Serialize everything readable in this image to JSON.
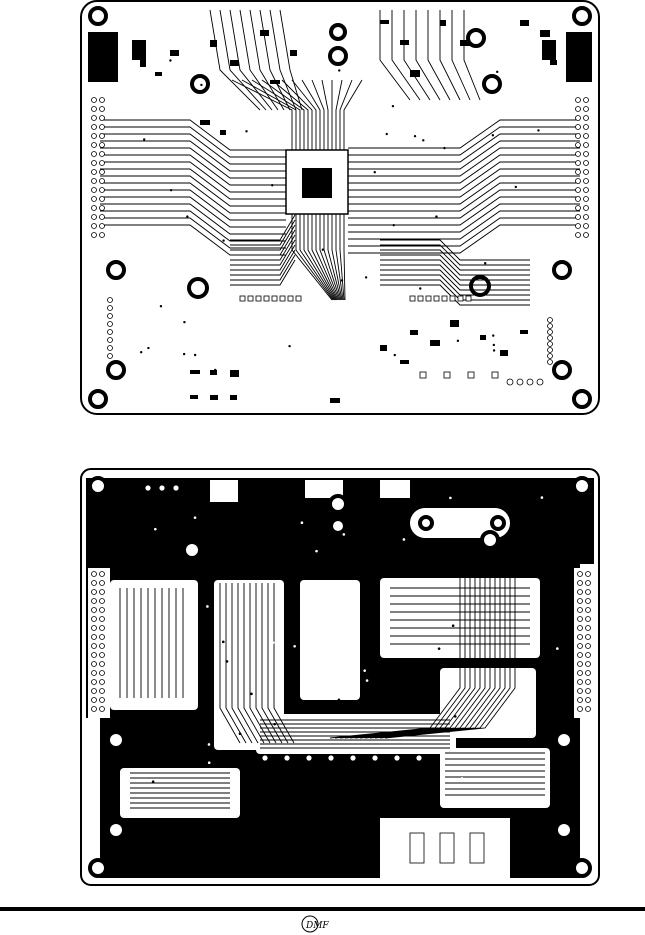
{
  "page": {
    "footer_logo_text": "DMF",
    "colors": {
      "ink": "#000000",
      "paper": "#ffffff"
    }
  },
  "boards": [
    {
      "id": "top-layer",
      "kind": "pcb-layout-top",
      "mounting_holes": 4
    },
    {
      "id": "bottom-layer",
      "kind": "pcb-layout-bottom",
      "mounting_holes": 4
    }
  ]
}
